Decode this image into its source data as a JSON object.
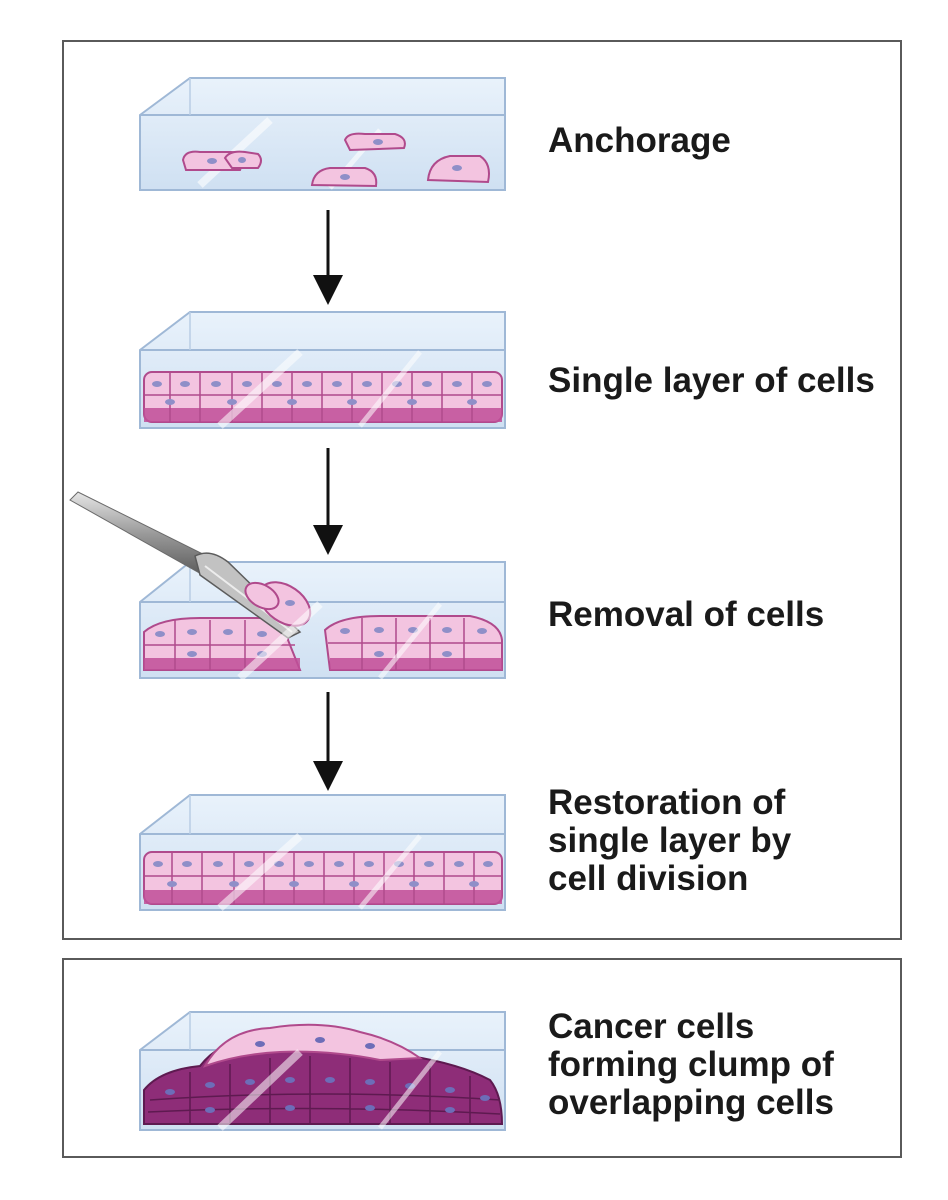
{
  "diagram": {
    "steps": [
      {
        "id": "anchorage",
        "label": "Anchorage"
      },
      {
        "id": "single-layer",
        "label": "Single layer of cells"
      },
      {
        "id": "removal",
        "label": "Removal of cells"
      },
      {
        "id": "restoration",
        "label": "Restoration of\nsingle layer by\ncell division"
      }
    ],
    "cancer": {
      "label": "Cancer cells\nforming clump of\noverlapping cells"
    }
  },
  "colors": {
    "frame": "#5a5a5a",
    "dish_glass": "#dceaf7",
    "dish_edge": "#9fb8d6",
    "cell_fill": "#f3c4e0",
    "cell_edge": "#b04a8c",
    "nucleus": "#8f8fc8",
    "cancer_fill": "#8e2d78",
    "arrow": "#111111"
  }
}
